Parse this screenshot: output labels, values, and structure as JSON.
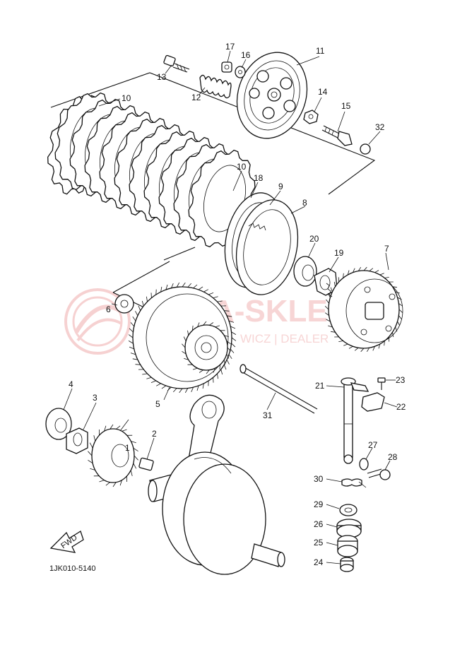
{
  "diagram": {
    "drawing_code": "1JK010-5140",
    "fwd_label": "FWD",
    "watermark": {
      "main": "A-SKLE",
      "sub": "WICZ | DEALER"
    },
    "callouts": [
      {
        "id": "c1",
        "text": "1"
      },
      {
        "id": "c2",
        "text": "2"
      },
      {
        "id": "c3",
        "text": "3"
      },
      {
        "id": "c4",
        "text": "4"
      },
      {
        "id": "c5",
        "text": "5"
      },
      {
        "id": "c6",
        "text": "6"
      },
      {
        "id": "c7",
        "text": "7"
      },
      {
        "id": "c8",
        "text": "8"
      },
      {
        "id": "c9",
        "text": "9"
      },
      {
        "id": "c10a",
        "text": "10"
      },
      {
        "id": "c10b",
        "text": "10"
      },
      {
        "id": "c11",
        "text": "11"
      },
      {
        "id": "c12",
        "text": "12"
      },
      {
        "id": "c13",
        "text": "13"
      },
      {
        "id": "c14",
        "text": "14"
      },
      {
        "id": "c15",
        "text": "15"
      },
      {
        "id": "c16",
        "text": "16"
      },
      {
        "id": "c17",
        "text": "17"
      },
      {
        "id": "c18",
        "text": "18"
      },
      {
        "id": "c19",
        "text": "19"
      },
      {
        "id": "c20",
        "text": "20"
      },
      {
        "id": "c21",
        "text": "21"
      },
      {
        "id": "c22",
        "text": "22"
      },
      {
        "id": "c23",
        "text": "23"
      },
      {
        "id": "c24",
        "text": "24"
      },
      {
        "id": "c25",
        "text": "25"
      },
      {
        "id": "c26",
        "text": "26"
      },
      {
        "id": "c27",
        "text": "27"
      },
      {
        "id": "c28",
        "text": "28"
      },
      {
        "id": "c29",
        "text": "29"
      },
      {
        "id": "c30",
        "text": "30"
      },
      {
        "id": "c31",
        "text": "31"
      },
      {
        "id": "c32",
        "text": "32"
      }
    ]
  }
}
